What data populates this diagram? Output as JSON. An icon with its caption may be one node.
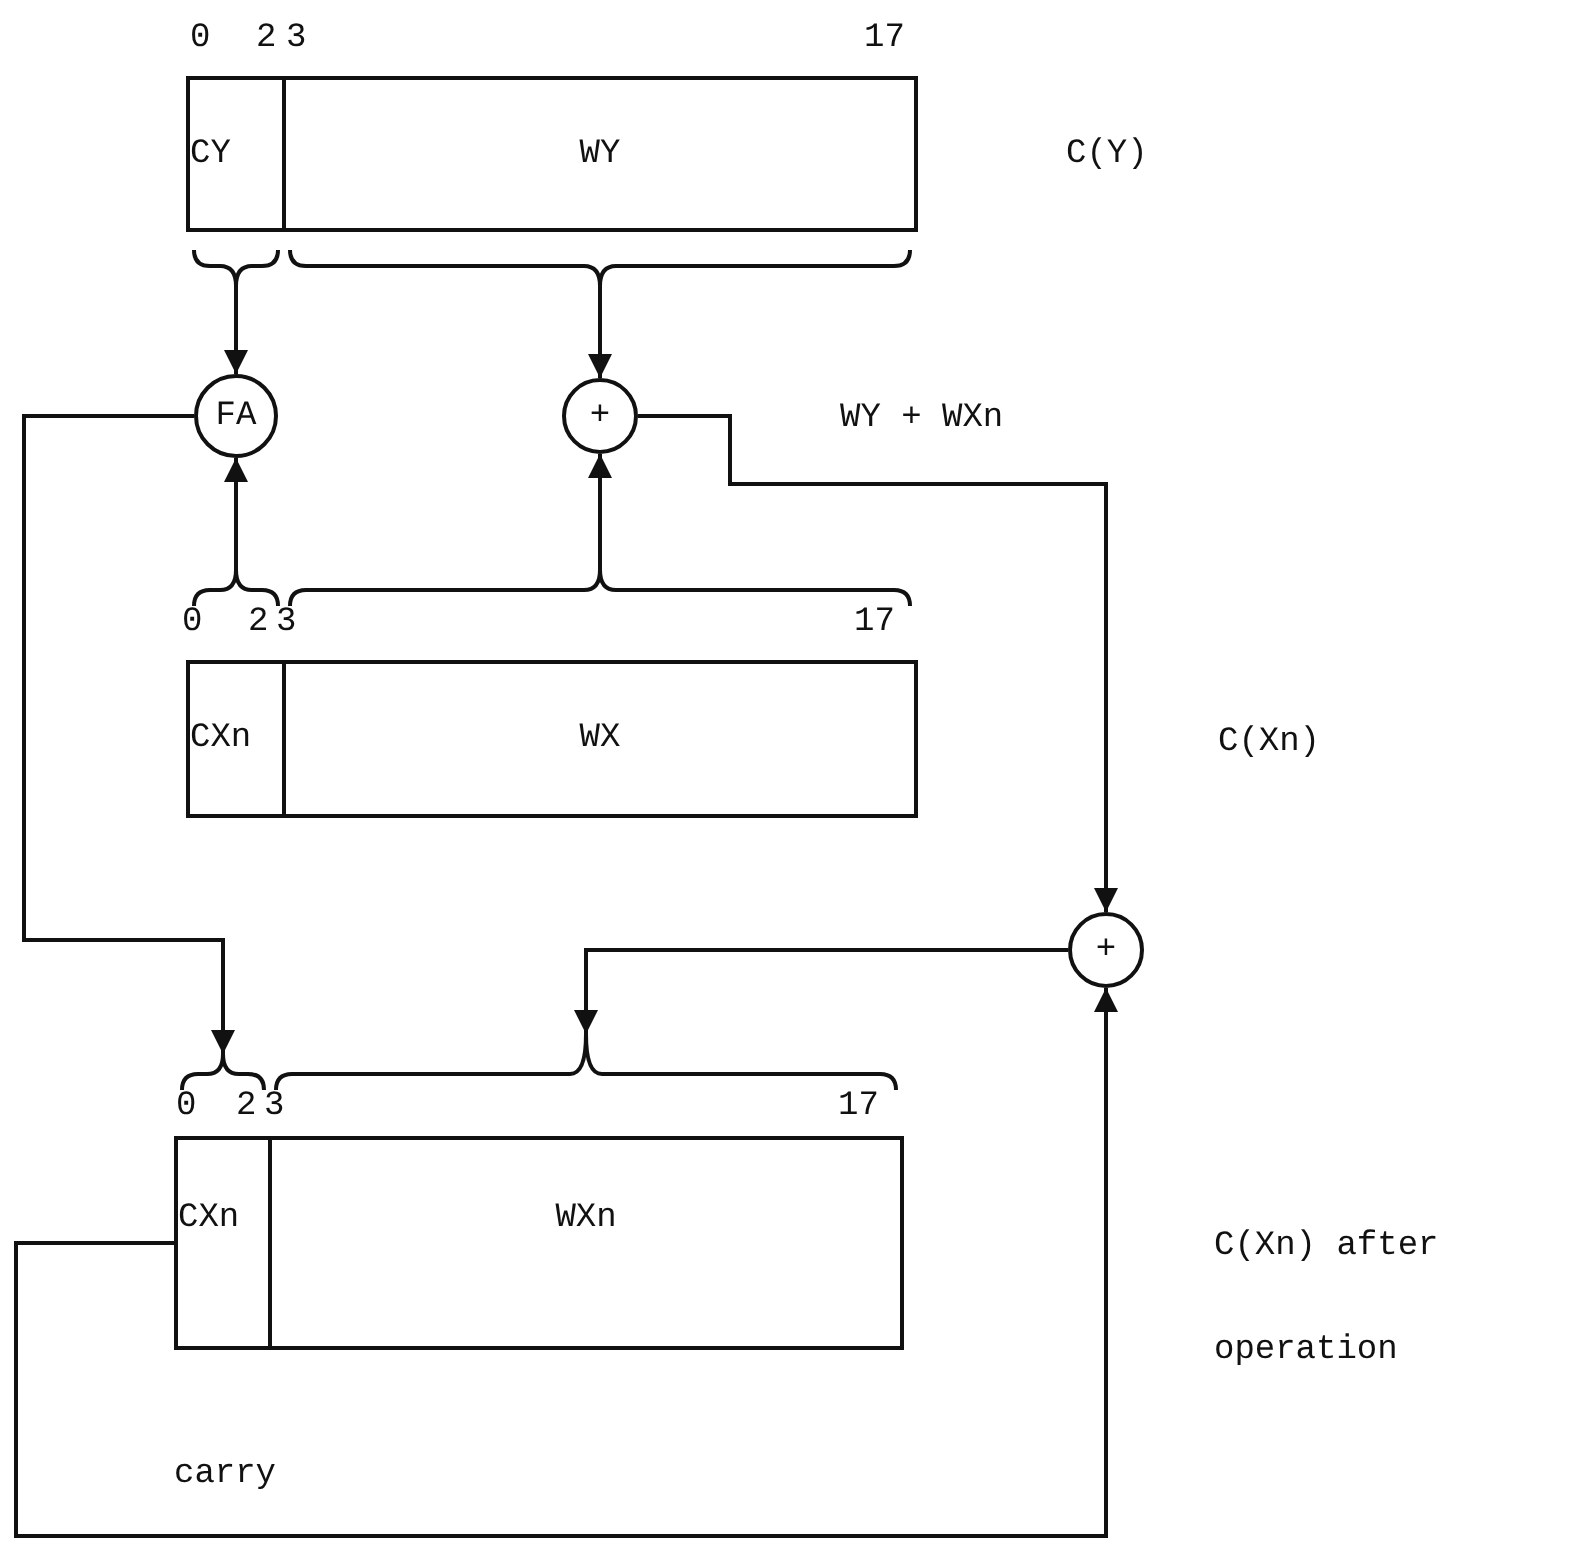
{
  "diagram": {
    "nodes": [
      {
        "text": [
          "CY"
        ]
      },
      {
        "text": [
          "WY"
        ]
      },
      {
        "text": [
          "FA"
        ]
      },
      {
        "text": [
          "+"
        ]
      },
      {
        "text": [
          "CXn"
        ]
      },
      {
        "text": [
          "WX"
        ]
      },
      {
        "text": [
          "+"
        ]
      },
      {
        "text": [
          "CXn"
        ]
      },
      {
        "text": [
          "WXn"
        ]
      }
    ],
    "edges": [
      {
        "from": 0,
        "to": 2,
        "arrow": "to"
      },
      {
        "from": 1,
        "to": 3,
        "arrow": "to"
      },
      {
        "from": 4,
        "to": 2,
        "arrow": "to"
      },
      {
        "from": 5,
        "to": 3,
        "arrow": "to"
      },
      {
        "from": 3,
        "to": 6,
        "arrow": "to",
        "label": "WY + WXn"
      },
      {
        "from": 2,
        "to": 7,
        "arrow": "to"
      },
      {
        "from": 6,
        "to": 8,
        "arrow": "to"
      },
      {
        "from": 7,
        "to": 6,
        "arrow": "to",
        "label": "carry"
      }
    ],
    "labels": [
      "0",
      "2",
      "3",
      "17",
      "C(Y)",
      "0",
      "2",
      "3",
      "17",
      "C(Xn)",
      "0",
      "2",
      "3",
      "17",
      "C(Xn) after operation"
    ]
  }
}
